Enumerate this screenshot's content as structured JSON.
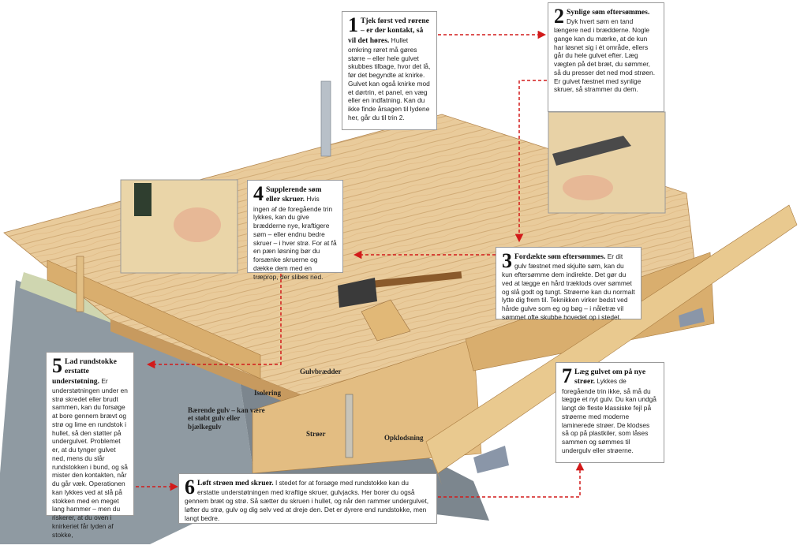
{
  "steps": [
    {
      "num": "1",
      "title": "Tjek først ved rørene – er der kontakt, så vil det høres.",
      "body": "Hullet omkring røret må gøres større – eller hele gulvet skubbes tilbage, hvor det lå, før det begyndte at knirke. Gulvet kan også knirke mod et dørtrin, et panel, en væg eller en indfatning. Kan du ikke finde årsagen til lydene her, går du til trin 2."
    },
    {
      "num": "2",
      "title": "Synlige søm eftersømmes.",
      "body": "Dyk hvert søm en tand længere ned i brædderne. Nogle gange kan du mærke, at de kun har løsnet sig i ét område, ellers går du hele gulvet efter. Læg vægten på det bræt, du sømmer, så du presser det ned mod strøen. Er gulvet fæstnet med synlige skruer, så strammer du dem."
    },
    {
      "num": "3",
      "title": "Fordækte søm eftersømmes.",
      "body": "Er dit gulv fæstnet med skjulte søm, kan du kun eftersømme dem indirekte. Det gør du ved at lægge en hård træklods over sømmet og slå godt og tungt. Strøerne kan du normalt lytte dig frem til. Teknikken virker bedst ved hårde gulve som eg og bøg – i nåletræ vil sømmet ofte skubbe hovedet op i stedet."
    },
    {
      "num": "4",
      "title": "Supplerende søm eller skruer.",
      "body": "Hvis ingen af de foregående trin lykkes, kan du give brædderne nye, kraftigere søm – eller endnu bedre skruer – i hver strø. For at få en pæn løsning bør du forsænke skruerne og dække dem med en træprop, der slibes ned."
    },
    {
      "num": "5",
      "title": "Lad rundstokke erstatte understøtning.",
      "body": "Er understøtningen under en strø skredet eller brudt sammen, kan du forsøge at bore gennem brævt og strø og lime en rundstok i hullet, så den støtter på undergulvet. Problemet er, at du tynger gulvet ned, mens du slår rundstokken i bund, og så mister den kontakten, når du går væk. Operationen kan lykkes ved at slå på stokken med en meget lang hammer – men du riskerer, at du oven i knirkeriet får lyden af stokke,"
    },
    {
      "num": "6",
      "title": "Løft strøen med skruer.",
      "body": "I stedet for at forsøge med rundstokke kan du erstatte understøtningen med kraftige skruer, gulvjacks. Her borer du også gennem bræt og strø. Så sætter du skruen i hullet, og når den rammer undergulvet, løfter du strø, gulv og dig selv ved at dreje den. Det er dyrere end rundstokke, men langt bedre."
    },
    {
      "num": "7",
      "title": "Læg gulvet om på nye strøer.",
      "body": "Lykkes de foregående trin ikke, så må du lægge et nyt gulv. Du kan undgå langt de fleste klassiske fejl på strøerne med moderne laminerede strøer. De klodses så op på plastkiler, som låses sammen og sømmes til undergulv eller strøerne."
    }
  ],
  "labels": {
    "gulvbraedder": "Gulvbrædder",
    "isolering": "Isolering",
    "baerende": "Bærende gulv – kan være et støbt gulv eller bjælkegulv",
    "stroeer": "Strøer",
    "opklodsning": "Opklodsning"
  },
  "colors": {
    "wood": "#e8c998",
    "wood_dark": "#c79a5f",
    "concrete": "#8f9aa2",
    "arrow": "#d21a1a"
  }
}
